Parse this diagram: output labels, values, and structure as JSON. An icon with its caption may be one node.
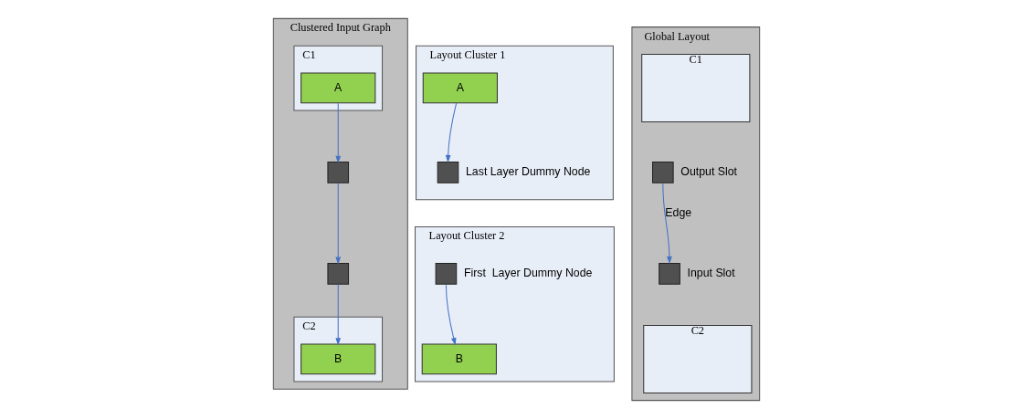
{
  "diagram": {
    "nodes": [
      {
        "text": [
          "Clustered Input Graph"
        ]
      },
      {
        "text": [
          "C1"
        ],
        "in": 0
      },
      {
        "text": [
          "A"
        ],
        "in": 1
      },
      {
        "text": [],
        "shape": "box",
        "in": 0
      },
      {
        "text": [],
        "shape": "box",
        "in": 0
      },
      {
        "text": [
          "C2"
        ],
        "in": 0
      },
      {
        "text": [
          "B"
        ],
        "in": 5
      },
      {
        "text": [
          "Layout Cluster 1"
        ]
      },
      {
        "text": [
          "A"
        ],
        "in": 7
      },
      {
        "text": [],
        "shape": "box",
        "in": 7,
        "beside": [
          "Last Layer Dummy Node"
        ]
      },
      {
        "text": [
          "Layout Cluster 2"
        ]
      },
      {
        "text": [],
        "shape": "box",
        "in": 10,
        "beside": [
          "First  Layer Dummy Node"
        ]
      },
      {
        "text": [
          "B"
        ],
        "in": 10
      },
      {
        "text": [
          "Global Layout"
        ]
      },
      {
        "text": [
          "C1"
        ],
        "in": 13
      },
      {
        "text": [],
        "shape": "box",
        "in": 13,
        "beside": [
          "Output Slot"
        ]
      },
      {
        "text": [],
        "shape": "box",
        "in": 13,
        "beside": [
          "Input Slot"
        ]
      },
      {
        "text": [
          "C2"
        ],
        "in": 13
      }
    ],
    "edges": [
      {
        "from": 2,
        "to": 3,
        "arrow": "to"
      },
      {
        "from": 3,
        "to": 4,
        "arrow": "to"
      },
      {
        "from": 4,
        "to": 6,
        "arrow": "to"
      },
      {
        "from": 8,
        "to": 9,
        "arrow": "to"
      },
      {
        "from": 11,
        "to": 12,
        "arrow": "to"
      },
      {
        "from": 15,
        "to": 16,
        "label": "Edge",
        "arrow": "to"
      }
    ]
  }
}
